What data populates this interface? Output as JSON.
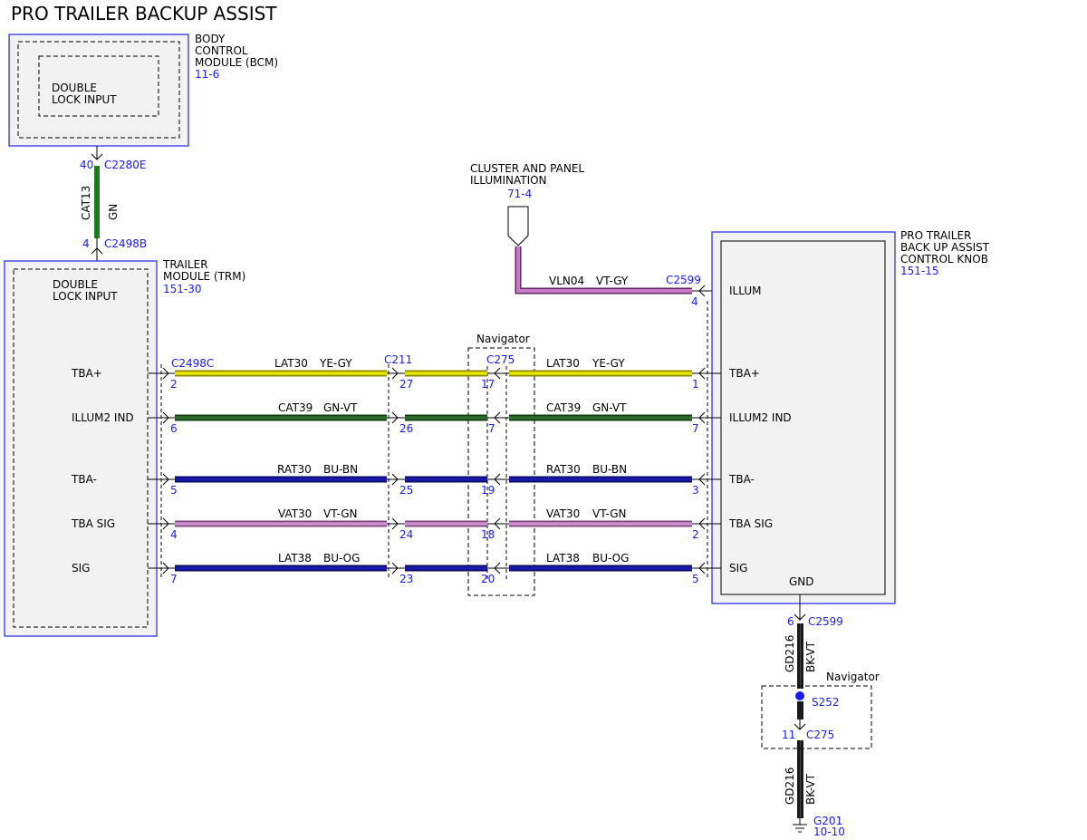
{
  "title": "PRO TRAILER BACKUP ASSIST",
  "colors": {
    "blue_text": "#1a1aff",
    "ye_gy": "#e6e600",
    "gn": "#1e7a1e",
    "gn_vt": "#2e6e2e",
    "bu_bn": "#1a1ab0",
    "vt_gn": "#d58fd5",
    "bu_og": "#1a1ab0",
    "vt_gy": "#cc77cc",
    "bk_vt": "#1a1a1a"
  },
  "bcm": {
    "name_lines": [
      "BODY",
      "CONTROL",
      "MODULE (BCM)"
    ],
    "ref": "11-6",
    "inner_lines": [
      "DOUBLE",
      "LOCK INPUT"
    ]
  },
  "bcm_link": {
    "pin_top": "40",
    "conn_top": "C2280E",
    "circuit": "CAT13",
    "color": "GN",
    "pin_bottom": "4",
    "conn_bottom": "C2498B"
  },
  "trm": {
    "name_lines": [
      "TRAILER",
      "MODULE (TRM)"
    ],
    "ref": "151-30",
    "inner_lines": [
      "DOUBLE",
      "LOCK INPUT"
    ],
    "pins": [
      "TBA+",
      "ILLUM2 IND",
      "TBA-",
      "TBA SIG",
      "SIG"
    ]
  },
  "cluster": {
    "name_lines": [
      "CLUSTER AND PANEL",
      "ILLUMINATION"
    ],
    "ref": "71-4"
  },
  "illum_wire": {
    "circuit": "VLN04",
    "color": "VT-GY",
    "conn": "C2599",
    "pin": "4"
  },
  "knob": {
    "name_lines": [
      "PRO TRAILER",
      "BACK UP ASSIST",
      "CONTROL KNOB"
    ],
    "ref": "151-15",
    "pins": [
      "ILLUM",
      "TBA+",
      "ILLUM2 IND",
      "TBA-",
      "TBA SIG",
      "SIG"
    ],
    "gnd": "GND"
  },
  "connectors": {
    "left": "C2498C",
    "mid": "C211",
    "nav": "C275"
  },
  "navigator_label": "Navigator",
  "wires": [
    {
      "circuit": "LAT30",
      "color": "YE-GY",
      "pins": [
        "2",
        "27",
        "17",
        "1"
      ]
    },
    {
      "circuit": "CAT39",
      "color": "GN-VT",
      "pins": [
        "6",
        "26",
        "7",
        "7"
      ]
    },
    {
      "circuit": "RAT30",
      "color": "BU-BN",
      "pins": [
        "5",
        "25",
        "19",
        "3"
      ]
    },
    {
      "circuit": "VAT30",
      "color": "VT-GN",
      "pins": [
        "4",
        "24",
        "18",
        "2"
      ]
    },
    {
      "circuit": "LAT38",
      "color": "BU-OG",
      "pins": [
        "7",
        "23",
        "20",
        "5"
      ]
    }
  ],
  "ground": {
    "pin_top": "6",
    "conn_top": "C2599",
    "circuit": "GD216",
    "color": "BK-VT",
    "navigator_label": "Navigator",
    "splice": "S252",
    "pin_mid": "11",
    "conn_mid": "C275",
    "ground_name": "G201",
    "ground_ref": "10-10"
  }
}
